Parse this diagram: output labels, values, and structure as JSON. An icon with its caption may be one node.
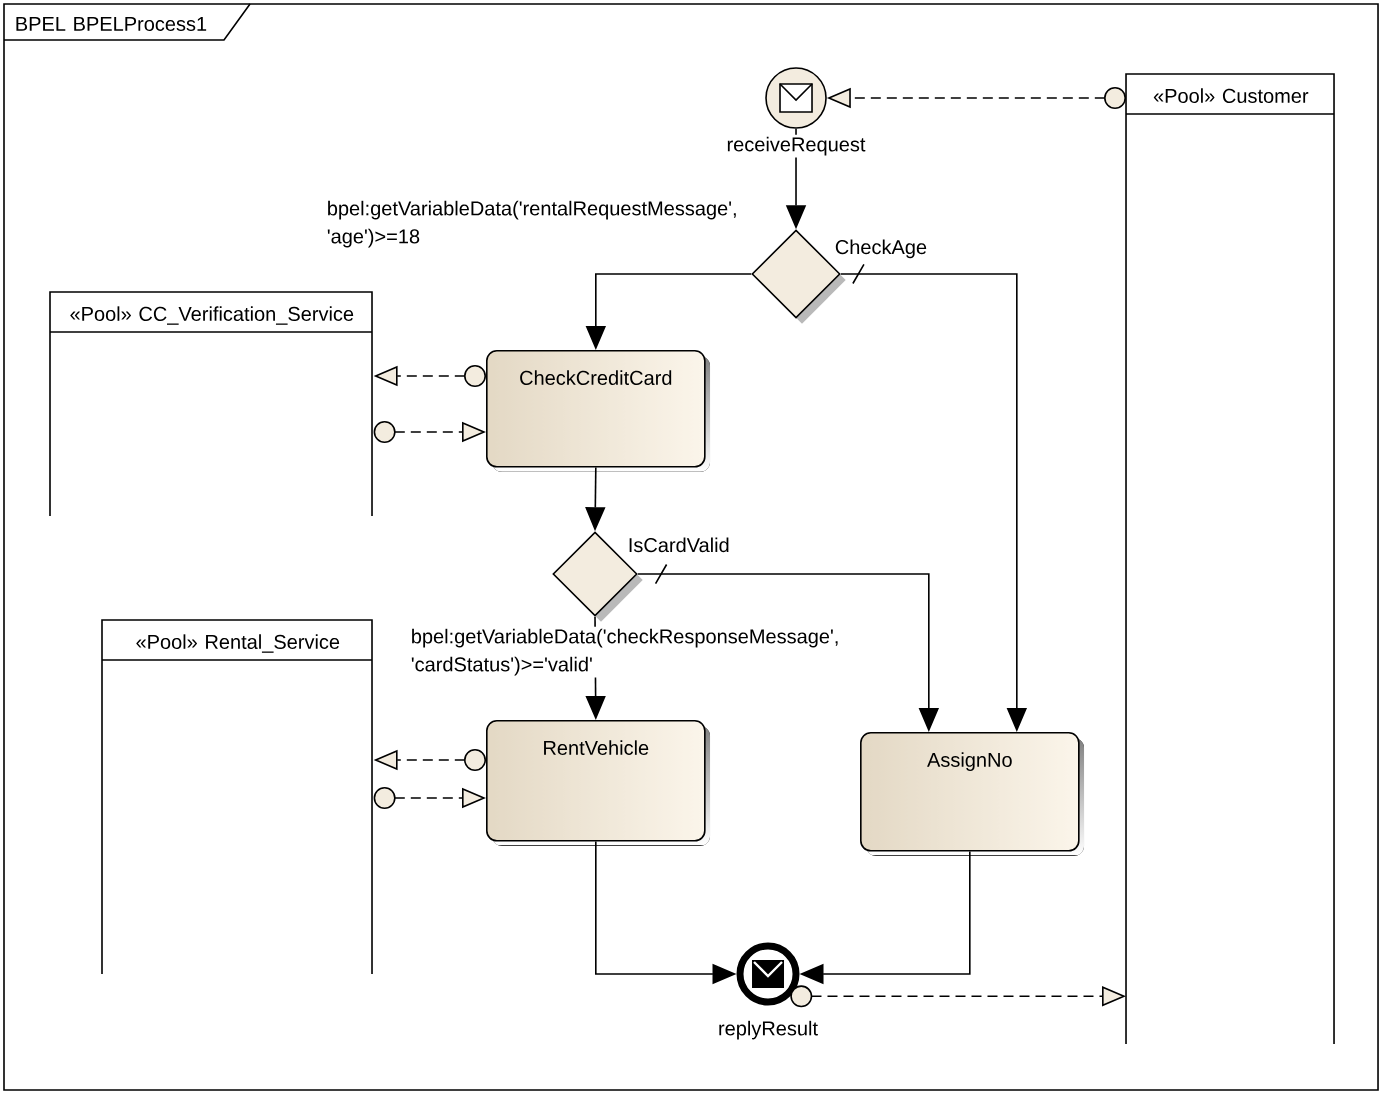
{
  "diagram": {
    "nodes": [
      {
        "text": [
          "BPEL BPELProcess1"
        ]
      },
      {
        "text": [],
        "shape": "circle",
        "beside": [
          "receiveRequest"
        ],
        "in": 0
      },
      {
        "text": [
          "«Pool» Customer"
        ],
        "in": 0
      },
      {
        "text": [],
        "shape": "diamond",
        "beside": [
          "CheckAge"
        ],
        "in": 0
      },
      {
        "text": [
          "«Pool» CC_Verification_Service"
        ],
        "in": 0
      },
      {
        "text": [
          "CheckCreditCard"
        ],
        "in": 0
      },
      {
        "text": [],
        "shape": "diamond",
        "beside": [
          "IsCardValid"
        ],
        "in": 0
      },
      {
        "text": [
          "«Pool» Rental_Service"
        ],
        "in": 0
      },
      {
        "text": [
          "RentVehicle"
        ],
        "in": 0
      },
      {
        "text": [
          "AssignNo"
        ],
        "in": 0
      },
      {
        "text": [],
        "shape": "circle",
        "beside": [
          "replyResult"
        ],
        "in": 0
      }
    ],
    "edges": [
      {
        "from": 2,
        "to": 1,
        "arrow": "to",
        "style": "dashed"
      },
      {
        "from": 1,
        "to": 3,
        "arrow": "to"
      },
      {
        "from": 3,
        "to": 5,
        "arrow": "to",
        "label": "bpel:getVariableData('rentalRequestMessage', 'age')>=18"
      },
      {
        "from": 3,
        "to": 9,
        "arrow": "to"
      },
      {
        "from": 5,
        "to": 4,
        "arrow": "to",
        "style": "dashed"
      },
      {
        "from": 4,
        "to": 5,
        "arrow": "to",
        "style": "dashed"
      },
      {
        "from": 5,
        "to": 6,
        "arrow": "to"
      },
      {
        "from": 6,
        "to": 8,
        "arrow": "to",
        "label": "bpel:getVariableData('checkResponseMessage', 'cardStatus')>='valid'"
      },
      {
        "from": 6,
        "to": 9,
        "arrow": "to"
      },
      {
        "from": 8,
        "to": 7,
        "arrow": "to",
        "style": "dashed"
      },
      {
        "from": 7,
        "to": 8,
        "arrow": "to",
        "style": "dashed"
      },
      {
        "from": 8,
        "to": 10,
        "arrow": "to"
      },
      {
        "from": 9,
        "to": 10,
        "arrow": "to"
      },
      {
        "from": 10,
        "to": 2,
        "arrow": "to",
        "style": "dashed"
      }
    ]
  }
}
